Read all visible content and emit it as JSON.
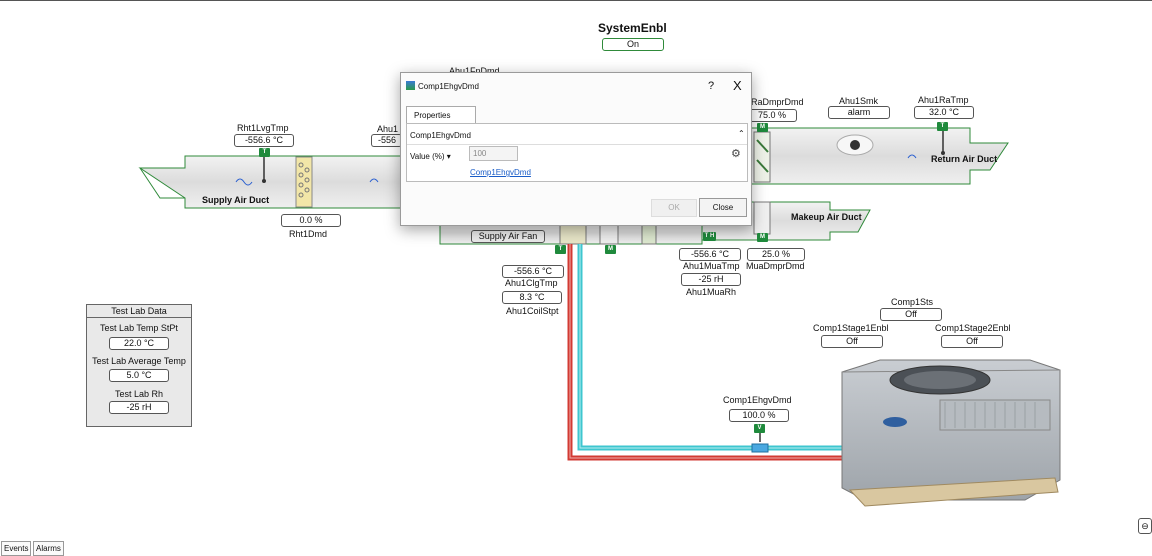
{
  "system": {
    "title": "SystemEnbl",
    "value": "On"
  },
  "points": {
    "rht1_lvg_tmp": {
      "label": "Rht1LvgTmp",
      "value": "-556.6 °C"
    },
    "ahu1_partial": {
      "label": "Ahu1",
      "value": "-556"
    },
    "ahu1_fn_dmd": {
      "label": "Ahu1FnDmd"
    },
    "ra_dmpr_dmd": {
      "label": "RaDmprDmd",
      "value": "75.0 %"
    },
    "ahu1_smk": {
      "label": "Ahu1Smk",
      "value": "alarm"
    },
    "ahu1_ra_tmp": {
      "label": "Ahu1RaTmp",
      "value": "32.0 °C"
    },
    "rht1_dmd": {
      "label": "Rht1Dmd",
      "value": "0.0 %"
    },
    "ahu1_mua_tmp": {
      "label": "Ahu1MuaTmp",
      "value": "-556.6 °C"
    },
    "ahu1_mua_rh": {
      "label": "Ahu1MuaRh",
      "value": "-25 rH"
    },
    "mua_dmpr_dmd": {
      "label": "MuaDmprDmd",
      "value": "25.0 %"
    },
    "ahu1_clg_tmp": {
      "label": "Ahu1ClgTmp",
      "value": "-556.6 °C"
    },
    "ahu1_coil_stpt": {
      "label": "Ahu1CoilStpt",
      "value": "8.3 °C"
    },
    "comp1_sts": {
      "label": "Comp1Sts",
      "value": "Off"
    },
    "comp1_stage1_enbl": {
      "label": "Comp1Stage1Enbl",
      "value": "Off"
    },
    "comp1_stage2_enbl": {
      "label": "Comp1Stage2Enbl",
      "value": "Off"
    },
    "comp1_ehgv_dmd": {
      "label": "Comp1EhgvDmd",
      "value": "100.0 %"
    }
  },
  "ducts": {
    "supply": "Supply Air Duct",
    "return": "Return Air Duct",
    "makeup": "Makeup Air Duct",
    "fan": "Supply Air Fan"
  },
  "badges": {
    "t": "T",
    "m": "M",
    "v": "V",
    "th": "T H"
  },
  "test_lab": {
    "title": "Test Lab Data",
    "temp_stpt_label": "Test Lab Temp StPt",
    "temp_stpt_value": "22.0 °C",
    "avg_temp_label": "Test Lab Average Temp",
    "avg_temp_value": "5.0 °C",
    "rh_label": "Test Lab Rh",
    "rh_value": "-25 rH"
  },
  "dialog": {
    "title": "Comp1EhgvDmd",
    "help": "?",
    "close_x": "X",
    "tab": "Properties",
    "field_name": "Comp1EhgvDmd",
    "value_label": "Value (%)  ▾",
    "value_input": "100",
    "link": "Comp1EhgvDmd",
    "ok": "OK",
    "close": "Close"
  },
  "bottom_tabs": {
    "events": "Events",
    "alarms": "Alarms"
  },
  "icons": {
    "gear": "gear-icon",
    "side": "panel-toggle-icon",
    "caret": "caret-up-icon"
  },
  "colors": {
    "green": "#1f8a3c",
    "hot_pipe": "#d23a33",
    "cold_pipe": "#3ec6cf",
    "duct": "#e4e4e4"
  }
}
